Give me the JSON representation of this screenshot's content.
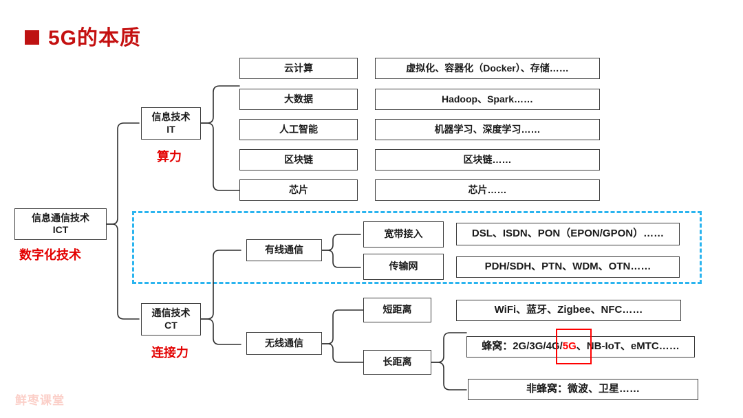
{
  "slide": {
    "title": "5G的本质",
    "bullet_color": "#be1212",
    "title_color": "#c41010",
    "watermark": "鲜枣课堂",
    "watermark_color": "#fbcfc8",
    "dashed_region_color": "#2ab4ef",
    "highlight_color": "#ff0000"
  },
  "root": {
    "line1": "信息通信技术",
    "line2": "ICT",
    "caption": "数字化技术"
  },
  "branches": {
    "it": {
      "line1": "信息技术",
      "line2": "IT",
      "caption": "算力"
    },
    "ct": {
      "line1": "通信技术",
      "line2": "CT",
      "caption": "连接力"
    }
  },
  "it_rows": [
    {
      "topic": "云计算",
      "detail": "虚拟化、容器化（Docker）、存储……"
    },
    {
      "topic": "大数据",
      "detail": "Hadoop、Spark……"
    },
    {
      "topic": "人工智能",
      "detail": "机器学习、深度学习……"
    },
    {
      "topic": "区块链",
      "detail": "区块链……"
    },
    {
      "topic": "芯片",
      "detail": "芯片……"
    }
  ],
  "wired": {
    "label": "有线通信",
    "rows": [
      {
        "topic": "宽带接入",
        "detail": "DSL、ISDN、PON（EPON/GPON）……"
      },
      {
        "topic": "传输网",
        "detail": "PDH/SDH、PTN、WDM、OTN……"
      }
    ]
  },
  "wireless": {
    "label": "无线通信",
    "short_range": {
      "label": "短距离",
      "detail": "WiFi、蓝牙、Zigbee、NFC……"
    },
    "long_range": {
      "label": "长距离",
      "cellular_prefix": "蜂窝：2G/3G/4G/",
      "cellular_highlight": "5G",
      "cellular_suffix": "、NB-IoT、eMTC……",
      "non_cellular": "非蜂窝：微波、卫星……"
    }
  }
}
